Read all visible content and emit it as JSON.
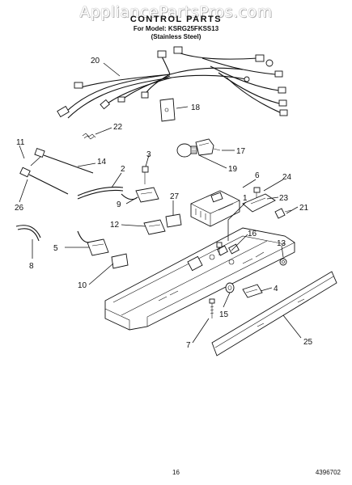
{
  "watermark": "AppliancePartsPros.com",
  "title": "CONTROL PARTS",
  "model_line": "For Model: KSRG25FKSS13",
  "finish_line": "(Stainless Steel)",
  "page_number": "16",
  "document_number": "4396702",
  "callouts": {
    "c1": "1",
    "c2": "2",
    "c3": "3",
    "c4": "4",
    "c5": "5",
    "c6": "6",
    "c7": "7",
    "c8": "8",
    "c9": "9",
    "c10": "10",
    "c11": "11",
    "c12": "12",
    "c13": "13",
    "c14": "14",
    "c15": "15",
    "c16": "16",
    "c17": "17",
    "c18": "18",
    "c19": "19",
    "c20": "20",
    "c21": "21",
    "c22": "22",
    "c23": "23",
    "c24": "24",
    "c25": "25",
    "c26": "26",
    "c27": "27"
  }
}
